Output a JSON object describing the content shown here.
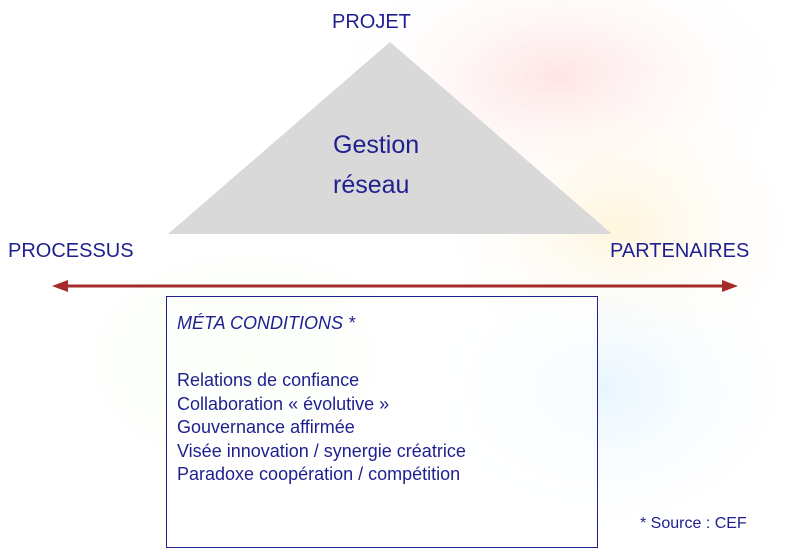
{
  "diagram": {
    "top_label": "PROJET",
    "left_label": "PROCESSUS",
    "right_label": "PARTENAIRES",
    "center_lines": [
      "Gestion",
      "réseau"
    ],
    "box_title": "MÉTA CONDITIONS *",
    "box_items": [
      "Relations de confiance",
      "Collaboration « évolutive »",
      "Gouvernance affirmée",
      "Visée innovation / synergie créatrice",
      "Paradoxe coopération / compétition"
    ],
    "source_note": "* Source : CEF"
  },
  "colors": {
    "text": "#1f1f8f",
    "triangle": "#d9d9d9",
    "arrow": "#a52a2a",
    "box_border": "#1f1f8f"
  }
}
